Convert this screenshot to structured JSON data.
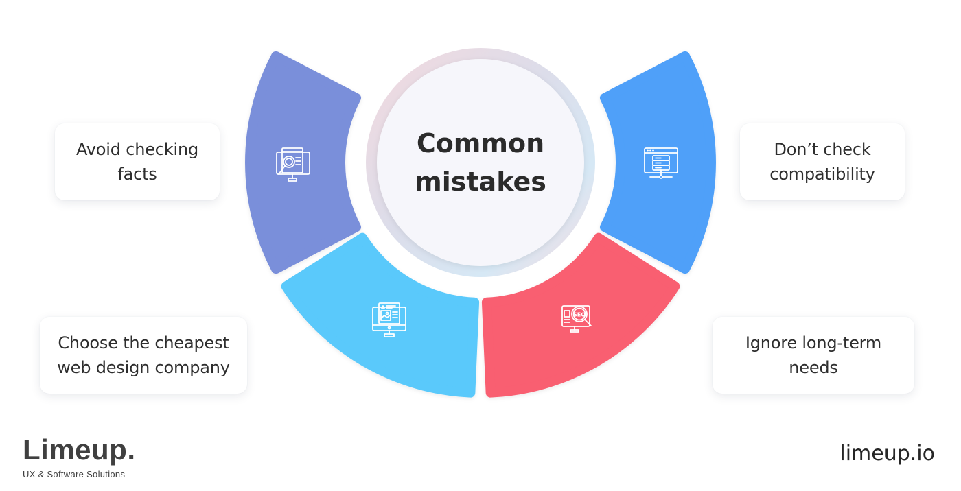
{
  "title": "Common mistakes",
  "title_lines": [
    "Common",
    "mistakes"
  ],
  "segments": [
    {
      "name": "avoid-checking-facts",
      "color": "#7A8FDA",
      "icon": "search-monitor-icon",
      "label_lines": [
        "Avoid checking",
        "facts"
      ]
    },
    {
      "name": "choose-cheapest-company",
      "color": "#5AC9FB",
      "icon": "web-design-monitor-icon",
      "label_lines": [
        "Choose the cheapest",
        "web design company"
      ]
    },
    {
      "name": "ignore-long-term-needs",
      "color": "#F95E71",
      "icon": "seo-monitor-icon",
      "label_lines": [
        "Ignore long-term",
        "needs"
      ]
    },
    {
      "name": "dont-check-compatibility",
      "color": "#4FA0F9",
      "icon": "server-window-icon",
      "label_lines": [
        "Don’t check",
        "compatibility"
      ]
    }
  ],
  "brand": {
    "logo_text": "Limeup.",
    "tagline": "UX & Software Solutions",
    "website": "limeup.io"
  }
}
